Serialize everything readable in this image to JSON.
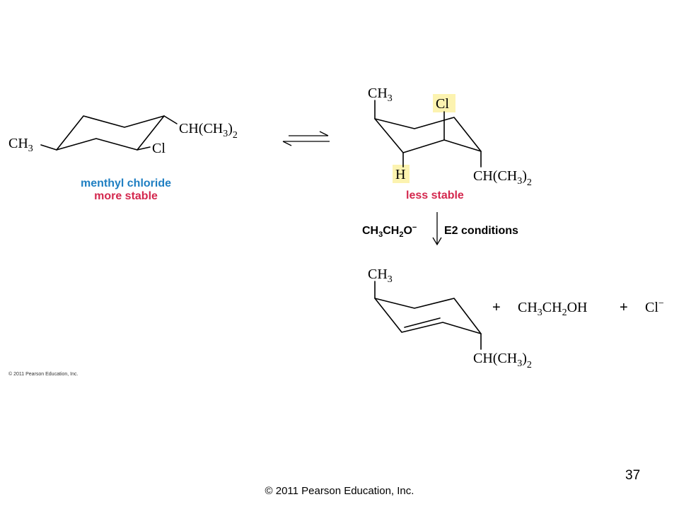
{
  "slide": {
    "page_number": "37",
    "footer": "© 2011 Pearson Education, Inc.",
    "figure_credit": "© 2011 Pearson Education, Inc."
  },
  "left_structure": {
    "substituent_left": "CH3",
    "substituent_top_right": "CH(CH3)2",
    "substituent_right": "Cl",
    "name_label": "menthyl chloride",
    "stability_label": "more stable",
    "name_color": "#1f7fc2",
    "stability_color": "#d4284e"
  },
  "right_structure": {
    "substituent_top": "CH3",
    "axial_label": "Cl",
    "axial_h_label": "H",
    "substituent_bottom_right": "CH(CH3)2",
    "stability_label": "less stable",
    "highlight_color": "#fcf3b0",
    "stability_color": "#d4284e"
  },
  "reaction": {
    "reagent": "CH3CH2O−",
    "conditions": "E2 conditions"
  },
  "product": {
    "substituent_top": "CH3",
    "substituent_bottom": "CH(CH3)2",
    "plus_1": "+",
    "ethanol": "CH3CH2OH",
    "plus_2": "+",
    "chloride": "Cl−"
  }
}
